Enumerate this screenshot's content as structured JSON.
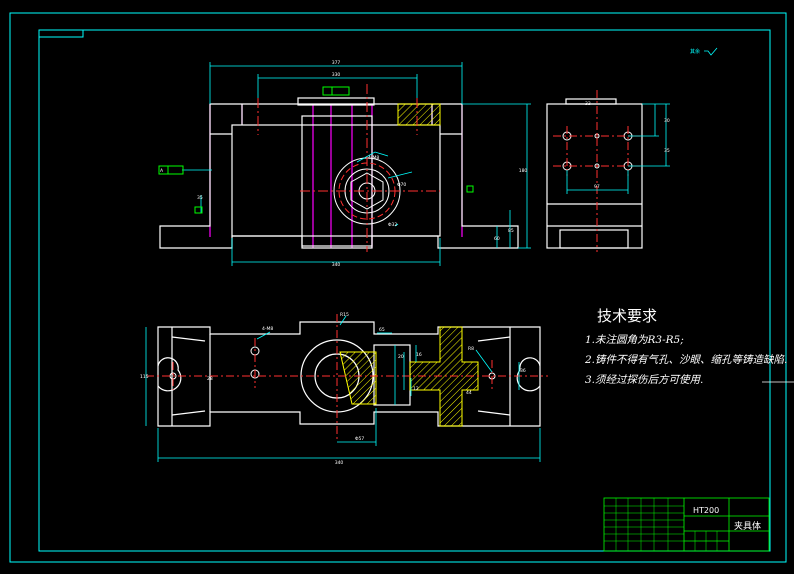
{
  "colors": {
    "background": "#000000",
    "outline": "#ffffff",
    "dimension": "#00ffff",
    "centerline": "#ff3030",
    "hidden": "#ff00ff",
    "hatch": "#ffff00",
    "title_block": "#00ff00"
  },
  "drawing": {
    "roughness_note": "其余",
    "technical_requirements": {
      "title": "技术要求",
      "items": [
        "1.未注圆角为R3-R5;",
        "2.铸件不得有气孔、沙眼、缩孔等铸造缺陷.",
        "3.须经过探伤后方可使用."
      ]
    },
    "title_block": {
      "material": "HT200",
      "part_name": "夹具体"
    },
    "front_view_dims": {
      "overall_width": "377",
      "inner_width": "330",
      "base_width": "340",
      "height": "180",
      "right_height_a": "60",
      "right_height_b": "85",
      "left_small": "35",
      "bore": "Φ70",
      "bore2": "Φ32",
      "hole_note": "4-M8",
      "datum_a": "A"
    },
    "side_view_dims": {
      "top": "33",
      "vert_a": "30",
      "vert_b": "35",
      "bottom": "97"
    },
    "top_view_dims": {
      "overall_length": "340",
      "height_left": "115",
      "slot_width": "28",
      "bore_dim": "Φ57",
      "hole_note": "4-M8",
      "r_dim": "R15",
      "v1": "65",
      "v2": "20",
      "right_slot": "36",
      "right_r": "R8",
      "slot2": "44",
      "dim_b": "12",
      "dim_c": "16"
    }
  }
}
